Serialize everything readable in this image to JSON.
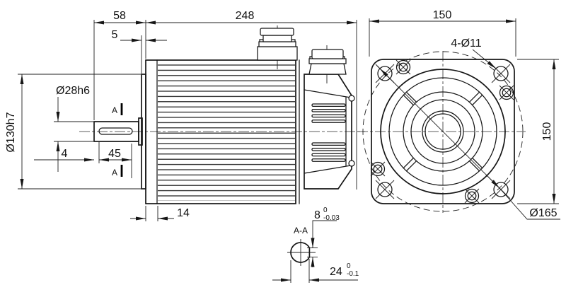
{
  "drawing": {
    "background": "#ffffff",
    "line_color": "#161616",
    "views": {
      "side": {
        "dims": {
          "shaft_length": "58",
          "pilot_depth": "5",
          "body_length": "248",
          "shaft_diameter": "Ø28h6",
          "pilot_diameter": "Ø130h7",
          "key_offset": "4",
          "key_length": "45",
          "endcap_width": "14",
          "section_marker": "A"
        }
      },
      "section": {
        "title": "A-A",
        "key_width": {
          "nominal": "8",
          "upper_tol": "0",
          "lower_tol": "-0.03"
        },
        "key_height": {
          "nominal": "24",
          "upper_tol": "0",
          "lower_tol": "-0.1"
        }
      },
      "front": {
        "dims": {
          "flange_width": "150",
          "flange_height": "150",
          "mounting_holes": "4-Ø11",
          "bolt_circle": "Ø165"
        }
      }
    }
  }
}
